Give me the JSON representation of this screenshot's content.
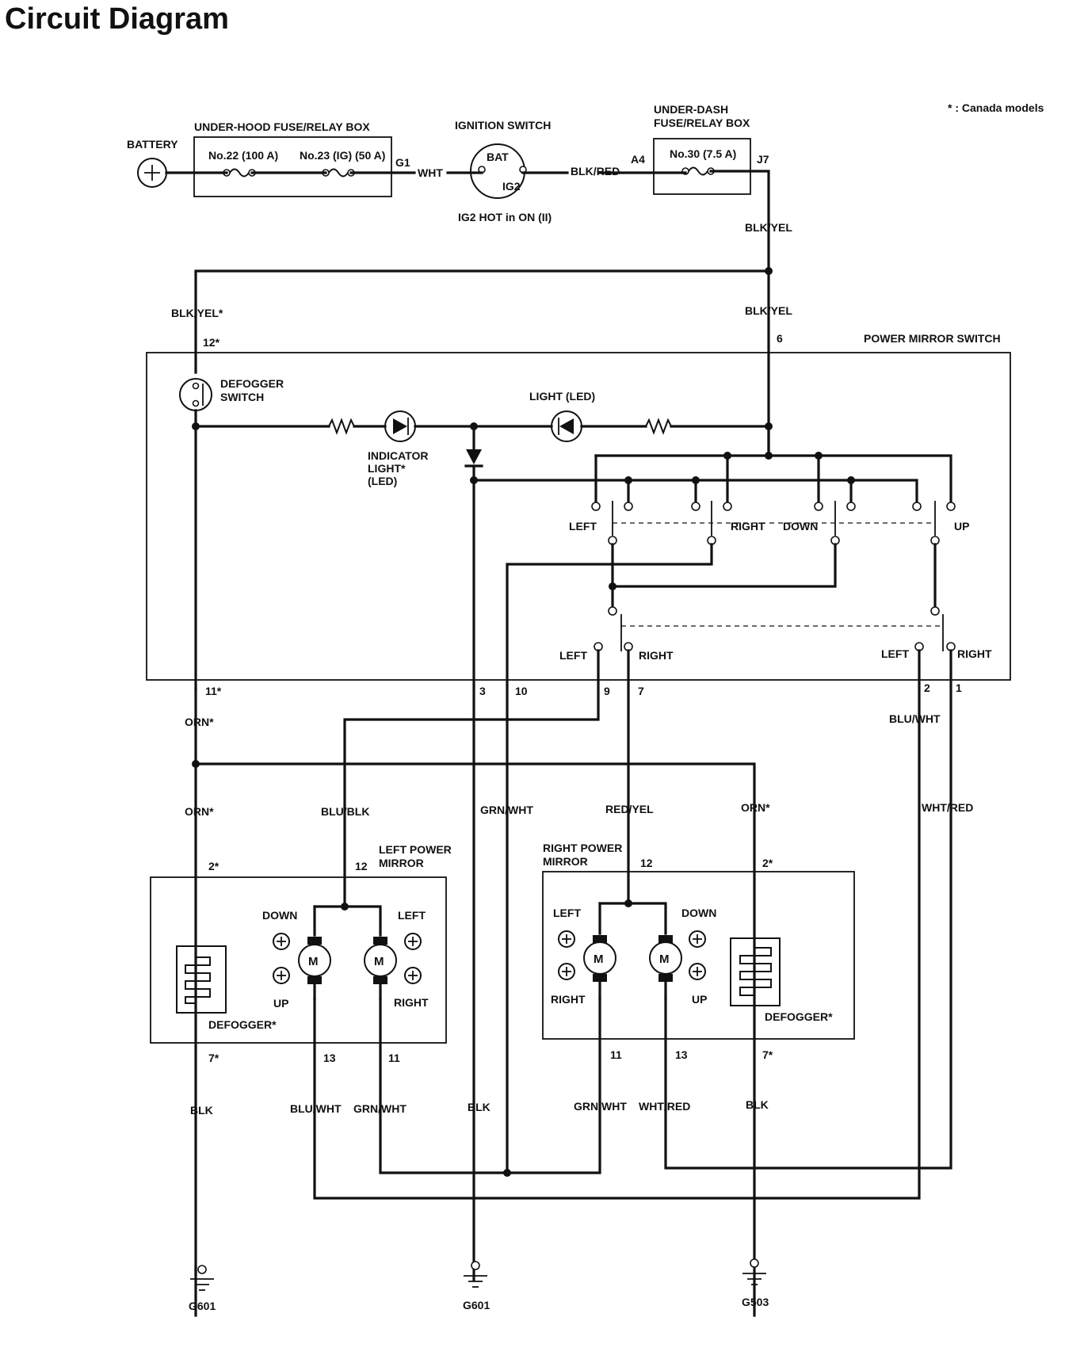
{
  "title": "Circuit Diagram",
  "footnote": "* : Canada models",
  "battery": "BATTERY",
  "underhood_box": {
    "title": "UNDER-HOOD FUSE/RELAY BOX",
    "fuse1": "No.22 (100 A)",
    "fuse2": "No.23 (IG) (50 A)",
    "out_terminal": "G1"
  },
  "ignition": {
    "title": "IGNITION SWITCH",
    "bat": "BAT",
    "ig2": "IG2",
    "note": "IG2 HOT in ON (II)"
  },
  "underdash_box": {
    "title_line1": "UNDER-DASH",
    "title_line2": "FUSE/RELAY BOX",
    "fuse": "No.30 (7.5 A)",
    "in_terminal": "A4",
    "out_terminal": "J7"
  },
  "wires": {
    "wht": "WHT",
    "blk_red": "BLK/RED",
    "blk_yel_1": "BLK/YEL",
    "blk_yel_2": "BLK/YEL",
    "blk_yel_star": "BLK/YEL*",
    "orn_1": "ORN*",
    "orn_2": "ORN*",
    "orn_3": "ORN*",
    "blu_blk": "BLU/BLK",
    "grn_wht_1": "GRN/WHT",
    "red_yel": "RED/YEL",
    "blu_wht_1": "BLU/WHT",
    "wht_red_1": "WHT/RED",
    "blk_1": "BLK",
    "blu_wht_2": "BLU/WHT",
    "grn_wht_2": "GRN/WHT",
    "blk_2": "BLK",
    "grn_wht_3": "GRN/WHT",
    "wht_red_2": "WHT/RED",
    "blk_3": "BLK"
  },
  "mirror_switch": {
    "title": "POWER MIRROR SWITCH",
    "defogger_switch_1": "DEFOGGER",
    "defogger_switch_2": "SWITCH",
    "light_led": "LIGHT (LED)",
    "indicator_1": "INDICATOR",
    "indicator_2": "LIGHT*",
    "indicator_3": "(LED)",
    "left_1": "LEFT",
    "right_1": "RIGHT",
    "down": "DOWN",
    "up": "UP",
    "left_2": "LEFT",
    "right_2": "RIGHT",
    "left_3": "LEFT",
    "right_3": "RIGHT"
  },
  "pins": {
    "p6": "6",
    "p12star": "12*",
    "p11star": "11*",
    "p3": "3",
    "p10": "10",
    "p9": "9",
    "p7": "7",
    "p2": "2",
    "p1": "1",
    "lm_2star": "2*",
    "lm_12": "12",
    "lm_7star": "7*",
    "lm_13": "13",
    "lm_11": "11",
    "rm_12": "12",
    "rm_2star": "2*",
    "rm_11": "11",
    "rm_13": "13",
    "rm_7star": "7*"
  },
  "left_mirror": {
    "title_1": "LEFT POWER",
    "title_2": "MIRROR",
    "down": "DOWN",
    "up": "UP",
    "left": "LEFT",
    "right": "RIGHT",
    "defogger": "DEFOGGER*",
    "motor": "M"
  },
  "right_mirror": {
    "title_1": "RIGHT POWER",
    "title_2": "MIRROR",
    "left": "LEFT",
    "right": "RIGHT",
    "down": "DOWN",
    "up": "UP",
    "defogger": "DEFOGGER*",
    "motor": "M"
  },
  "grounds": {
    "g1": "G601",
    "g2": "G601",
    "g3": "G503"
  }
}
